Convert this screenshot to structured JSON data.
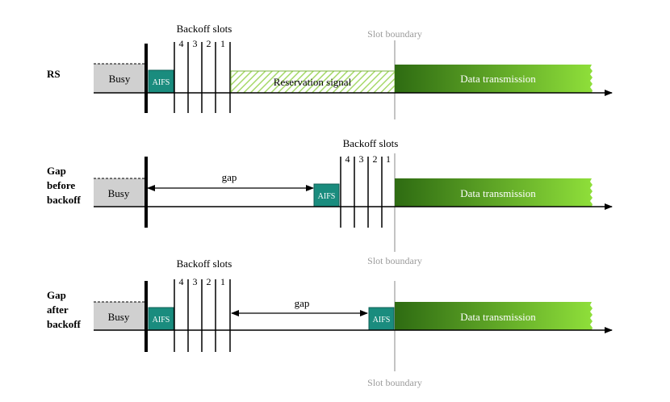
{
  "colors": {
    "busy_fill": "#d0d0d0",
    "aifs_fill": "#1a8c7e",
    "data_dark": "#2e6b12",
    "data_light": "#8fdf3a",
    "reservation_hatch": "#a6d96a",
    "boundary_line": "#b0b0b0"
  },
  "rows": [
    {
      "label_lines": [
        "RS"
      ],
      "busy": "Busy",
      "aifs": "AIFS",
      "backoff_title": "Backoff slots",
      "slots": [
        "4",
        "3",
        "2",
        "1"
      ],
      "reservation": "Reservation signal",
      "data": "Data transmission",
      "slot_boundary": "Slot boundary"
    },
    {
      "label_lines": [
        "Gap",
        "before",
        "backoff"
      ],
      "busy": "Busy",
      "gap": "gap",
      "aifs": "AIFS",
      "backoff_title": "Backoff slots",
      "slots": [
        "4",
        "3",
        "2",
        "1"
      ],
      "data": "Data transmission",
      "slot_boundary": "Slot boundary"
    },
    {
      "label_lines": [
        "Gap",
        "after",
        "backoff"
      ],
      "busy": "Busy",
      "aifs_first": "AIFS",
      "backoff_title": "Backoff slots",
      "slots": [
        "4",
        "3",
        "2",
        "1"
      ],
      "gap": "gap",
      "aifs_second": "AIFS",
      "data": "Data transmission",
      "slot_boundary": "Slot boundary"
    }
  ]
}
